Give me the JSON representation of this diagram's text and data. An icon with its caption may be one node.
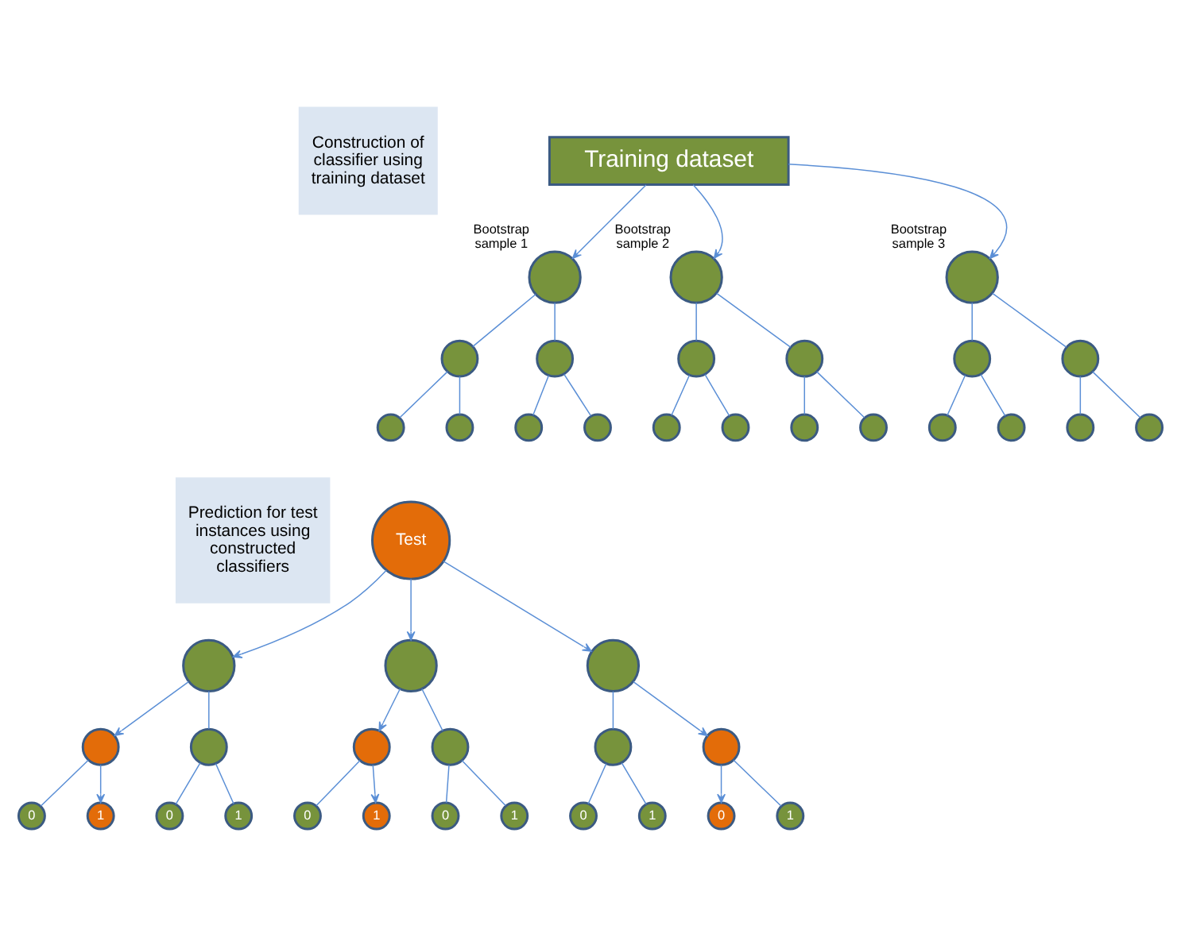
{
  "diagram": {
    "nodes": [
      {
        "text": [
          "Construction of classifier using training dataset"
        ]
      },
      {
        "text": [
          "Training dataset"
        ]
      },
      {
        "text": [],
        "shape": "circle",
        "beside": [
          "Bootstrap sample 1"
        ]
      },
      {
        "text": [],
        "shape": "circle"
      },
      {
        "text": [],
        "shape": "circle"
      },
      {
        "text": [],
        "shape": "circle"
      },
      {
        "text": [],
        "shape": "circle"
      },
      {
        "text": [],
        "shape": "circle"
      },
      {
        "text": [],
        "shape": "circle"
      },
      {
        "text": [],
        "shape": "circle",
        "beside": [
          "Bootstrap sample 2"
        ]
      },
      {
        "text": [],
        "shape": "circle"
      },
      {
        "text": [],
        "shape": "circle"
      },
      {
        "text": [],
        "shape": "circle"
      },
      {
        "text": [],
        "shape": "circle"
      },
      {
        "text": [],
        "shape": "circle"
      },
      {
        "text": [],
        "shape": "circle"
      },
      {
        "text": [],
        "shape": "circle",
        "beside": [
          "Bootstrap sample 3"
        ]
      },
      {
        "text": [],
        "shape": "circle"
      },
      {
        "text": [],
        "shape": "circle"
      },
      {
        "text": [],
        "shape": "circle"
      },
      {
        "text": [],
        "shape": "circle"
      },
      {
        "text": [],
        "shape": "circle"
      },
      {
        "text": [],
        "shape": "circle"
      },
      {
        "text": [
          "Prediction for test instances using constructed classifiers"
        ]
      },
      {
        "text": [
          "Test"
        ]
      },
      {
        "text": [],
        "shape": "circle"
      },
      {
        "text": [],
        "shape": "circle"
      },
      {
        "text": [],
        "shape": "circle"
      },
      {
        "text": [
          "0"
        ]
      },
      {
        "text": [
          "1"
        ]
      },
      {
        "text": [
          "0"
        ]
      },
      {
        "text": [
          "1"
        ]
      },
      {
        "text": [],
        "shape": "circle"
      },
      {
        "text": [],
        "shape": "circle"
      },
      {
        "text": [],
        "shape": "circle"
      },
      {
        "text": [
          "0"
        ]
      },
      {
        "text": [
          "1"
        ]
      },
      {
        "text": [
          "0"
        ]
      },
      {
        "text": [
          "1"
        ]
      },
      {
        "text": [],
        "shape": "circle"
      },
      {
        "text": [],
        "shape": "circle"
      },
      {
        "text": [],
        "shape": "circle"
      },
      {
        "text": [
          "0"
        ]
      },
      {
        "text": [
          "1"
        ]
      },
      {
        "text": [
          "0"
        ]
      },
      {
        "text": [
          "1"
        ]
      }
    ],
    "edges": [
      {
        "from": 1,
        "to": 2,
        "arrow": "to"
      },
      {
        "from": 1,
        "to": 9,
        "arrow": "to"
      },
      {
        "from": 1,
        "to": 16,
        "arrow": "to"
      },
      {
        "from": 2,
        "to": 3,
        "arrow": "none"
      },
      {
        "from": 2,
        "to": 4,
        "arrow": "none"
      },
      {
        "from": 3,
        "to": 5,
        "arrow": "none"
      },
      {
        "from": 3,
        "to": 6,
        "arrow": "none"
      },
      {
        "from": 4,
        "to": 7,
        "arrow": "none"
      },
      {
        "from": 4,
        "to": 8,
        "arrow": "none"
      },
      {
        "from": 9,
        "to": 10,
        "arrow": "none"
      },
      {
        "from": 9,
        "to": 11,
        "arrow": "none"
      },
      {
        "from": 10,
        "to": 12,
        "arrow": "none"
      },
      {
        "from": 10,
        "to": 13,
        "arrow": "none"
      },
      {
        "from": 11,
        "to": 14,
        "arrow": "none"
      },
      {
        "from": 11,
        "to": 15,
        "arrow": "none"
      },
      {
        "from": 16,
        "to": 17,
        "arrow": "none"
      },
      {
        "from": 16,
        "to": 18,
        "arrow": "none"
      },
      {
        "from": 17,
        "to": 19,
        "arrow": "none"
      },
      {
        "from": 17,
        "to": 20,
        "arrow": "none"
      },
      {
        "from": 18,
        "to": 21,
        "arrow": "none"
      },
      {
        "from": 18,
        "to": 22,
        "arrow": "none"
      },
      {
        "from": 24,
        "to": 25,
        "arrow": "to"
      },
      {
        "from": 24,
        "to": 32,
        "arrow": "to"
      },
      {
        "from": 24,
        "to": 39,
        "arrow": "to"
      },
      {
        "from": 25,
        "to": 26,
        "arrow": "to"
      },
      {
        "from": 25,
        "to": 27,
        "arrow": "none"
      },
      {
        "from": 26,
        "to": 28,
        "arrow": "none"
      },
      {
        "from": 26,
        "to": 29,
        "arrow": "to"
      },
      {
        "from": 27,
        "to": 30,
        "arrow": "none"
      },
      {
        "from": 27,
        "to": 31,
        "arrow": "none"
      },
      {
        "from": 32,
        "to": 33,
        "arrow": "to"
      },
      {
        "from": 32,
        "to": 34,
        "arrow": "none"
      },
      {
        "from": 33,
        "to": 35,
        "arrow": "none"
      },
      {
        "from": 33,
        "to": 36,
        "arrow": "to"
      },
      {
        "from": 34,
        "to": 37,
        "arrow": "none"
      },
      {
        "from": 34,
        "to": 38,
        "arrow": "none"
      },
      {
        "from": 39,
        "to": 40,
        "arrow": "none"
      },
      {
        "from": 39,
        "to": 41,
        "arrow": "to"
      },
      {
        "from": 40,
        "to": 42,
        "arrow": "none"
      },
      {
        "from": 40,
        "to": 43,
        "arrow": "none"
      },
      {
        "from": 41,
        "to": 44,
        "arrow": "to"
      },
      {
        "from": 41,
        "to": 45,
        "arrow": "none"
      }
    ]
  }
}
